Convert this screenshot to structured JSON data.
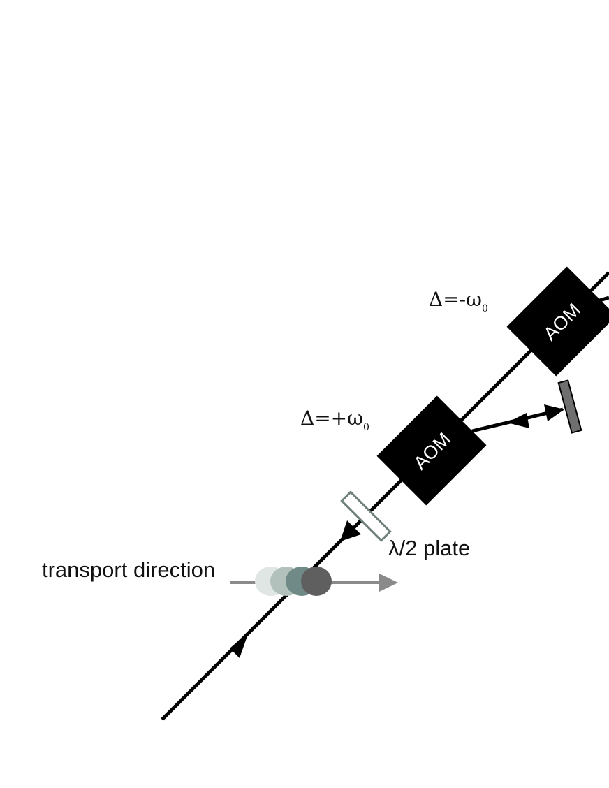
{
  "labels": {
    "transport": "transport direction",
    "waveplate": "λ/2 plate",
    "aom_lower": "AOM",
    "aom_upper": "AOM"
  },
  "detuning": {
    "lower": {
      "prefix": "Δ=+ω",
      "subscript": "0"
    },
    "upper": {
      "prefix": "Δ=-ω",
      "subscript": "0"
    }
  },
  "colors": {
    "beam": "#000000",
    "aom": "#000000",
    "mirror": "#6f6f6f",
    "transport_arrow": "#8a8a8a",
    "waveplate": "#6e7f7c",
    "atom_ghost_1": "#dfe6e4",
    "atom_ghost_2": "#b3c1bd",
    "atom_ghost_3": "#6f8a87",
    "atom": "#5f5f5f"
  }
}
